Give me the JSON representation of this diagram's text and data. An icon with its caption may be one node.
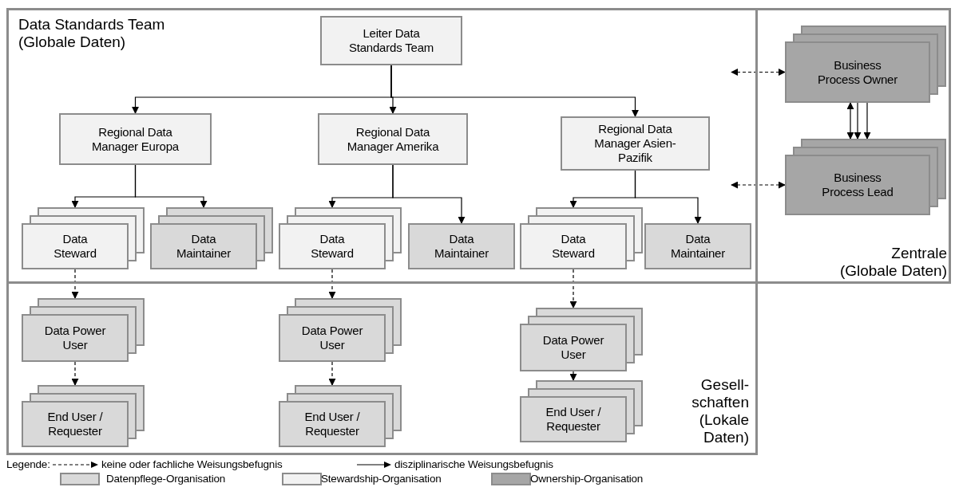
{
  "diagram": {
    "nodes": [
      {
        "text": [
          "Data Standards Team (Globale Daten)"
        ]
      },
      {
        "text": [
          "Zentrale (Globale Daten)"
        ]
      },
      {
        "text": [
          "Gesell-schaften (Lokale Daten)"
        ]
      },
      {
        "text": [
          "Leiter Data Standards Team"
        ],
        "in": 0
      },
      {
        "text": [
          "Regional Data Manager Europa"
        ],
        "in": 0
      },
      {
        "text": [
          "Regional Data Manager Amerika"
        ],
        "in": 0
      },
      {
        "text": [
          "Regional Data Manager Asien-Pazifik"
        ],
        "in": 0
      },
      {
        "text": [
          "Data Steward"
        ],
        "in": 0
      },
      {
        "text": [
          "Data Maintainer"
        ],
        "in": 0
      },
      {
        "text": [
          "Data Steward"
        ],
        "in": 0
      },
      {
        "text": [
          "Data Maintainer"
        ],
        "in": 0
      },
      {
        "text": [
          "Data Steward"
        ],
        "in": 0
      },
      {
        "text": [
          "Data Maintainer"
        ],
        "in": 0
      },
      {
        "text": [
          "Data Power User"
        ],
        "in": 2
      },
      {
        "text": [
          "End User / Requester"
        ],
        "in": 2
      },
      {
        "text": [
          "Data Power User"
        ],
        "in": 2
      },
      {
        "text": [
          "End User / Requester"
        ],
        "in": 2
      },
      {
        "text": [
          "Data Power User"
        ],
        "in": 2
      },
      {
        "text": [
          "End User / Requester"
        ],
        "in": 2
      },
      {
        "text": [
          "Business Process Owner"
        ],
        "in": 1
      },
      {
        "text": [
          "Business Process Lead"
        ],
        "in": 1
      }
    ],
    "edges": [
      {
        "from": 3,
        "to": 4,
        "arrow": "to"
      },
      {
        "from": 3,
        "to": 5,
        "arrow": "to"
      },
      {
        "from": 3,
        "to": 6,
        "arrow": "to"
      },
      {
        "from": 4,
        "to": 7,
        "arrow": "to"
      },
      {
        "from": 4,
        "to": 8,
        "arrow": "to"
      },
      {
        "from": 5,
        "to": 9,
        "arrow": "to"
      },
      {
        "from": 5,
        "to": 10,
        "arrow": "to"
      },
      {
        "from": 6,
        "to": 11,
        "arrow": "to"
      },
      {
        "from": 6,
        "to": 12,
        "arrow": "to"
      },
      {
        "from": 7,
        "to": 13,
        "arrow": "to",
        "style": "dashed"
      },
      {
        "from": 13,
        "to": 14,
        "arrow": "to",
        "style": "dashed"
      },
      {
        "from": 9,
        "to": 15,
        "arrow": "to",
        "style": "dashed"
      },
      {
        "from": 15,
        "to": 16,
        "arrow": "to",
        "style": "dashed"
      },
      {
        "from": 11,
        "to": 17,
        "arrow": "to",
        "style": "dashed"
      },
      {
        "from": 17,
        "to": 18,
        "arrow": "to",
        "style": "dashed"
      },
      {
        "from": 19,
        "to": 20,
        "arrow": "both"
      },
      {
        "from": 19,
        "to": 20,
        "arrow": "to"
      },
      {
        "from": 19,
        "to": 20,
        "arrow": "to"
      },
      {
        "from": null,
        "to": 19,
        "arrow": "both",
        "style": "dashed"
      },
      {
        "from": null,
        "to": 20,
        "arrow": "both",
        "style": "dashed"
      }
    ],
    "labels": [
      "Legende:"
    ],
    "legend": [
      {
        "text": "keine oder fachliche Weisungsbefugnis"
      },
      {
        "text": "disziplinarische Weisungsbefugnis"
      },
      {
        "text": "Datenpflege-Organisation",
        "color": "#d9d9d9"
      },
      {
        "text": "Stewardship-Organisation",
        "color": "#f2f2f2"
      },
      {
        "text": "Ownership-Organisation",
        "color": "#a6a6a6"
      }
    ]
  }
}
